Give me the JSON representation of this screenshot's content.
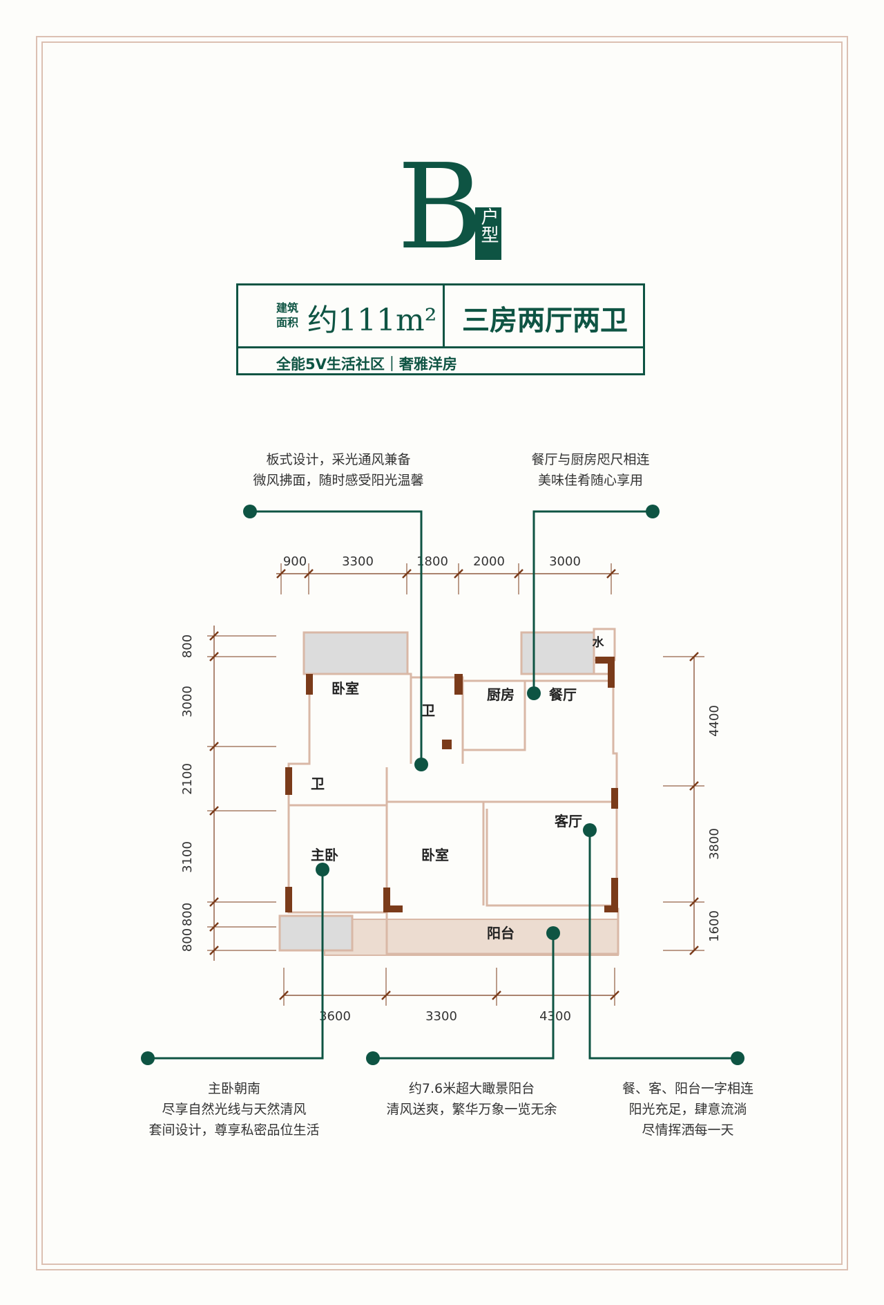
{
  "header": {
    "type_letter": "B",
    "type_tag": "户型"
  },
  "info": {
    "area_label": "建筑面积",
    "area_value": "约111m²",
    "layout": "三房两厅两卫",
    "slogan": "全能5V生活社区｜奢雅洋房"
  },
  "callouts": {
    "top_left": [
      "板式设计，采光通风兼备",
      "微风拂面，随时感受阳光温馨"
    ],
    "top_right": [
      "餐厅与厨房咫尺相连",
      "美味佳肴随心享用"
    ],
    "bottom_left": [
      "主卧朝南",
      "尽享自然光线与天然清风",
      "套间设计，尊享私密品位生活"
    ],
    "bottom_mid": [
      "约7.6米超大瞰景阳台",
      "清风送爽，繁华万象一览无余"
    ],
    "bottom_right": [
      "餐、客、阳台一字相连",
      "阳光充足，肆意流淌",
      "尽情挥洒每一天"
    ]
  },
  "dimensions": {
    "top": [
      "900",
      "3300",
      "1800",
      "2000",
      "3000"
    ],
    "left": [
      "800",
      "3000",
      "2100",
      "3100",
      "800",
      "800"
    ],
    "right": [
      "4400",
      "3800",
      "1600"
    ],
    "bottom": [
      "3600",
      "3300",
      "4300"
    ]
  },
  "rooms": {
    "bedroom_top": "卧室",
    "bath_top": "卫",
    "kitchen": "厨房",
    "dining": "餐厅",
    "water": "水",
    "bath_left": "卫",
    "master": "主卧",
    "bedroom_mid": "卧室",
    "living": "客厅",
    "balcony": "阳台"
  },
  "colors": {
    "green": "#0e5443",
    "wall": "#7a3b1a",
    "outline": "#d9b8a6",
    "balcony": "#ecdcd0"
  }
}
